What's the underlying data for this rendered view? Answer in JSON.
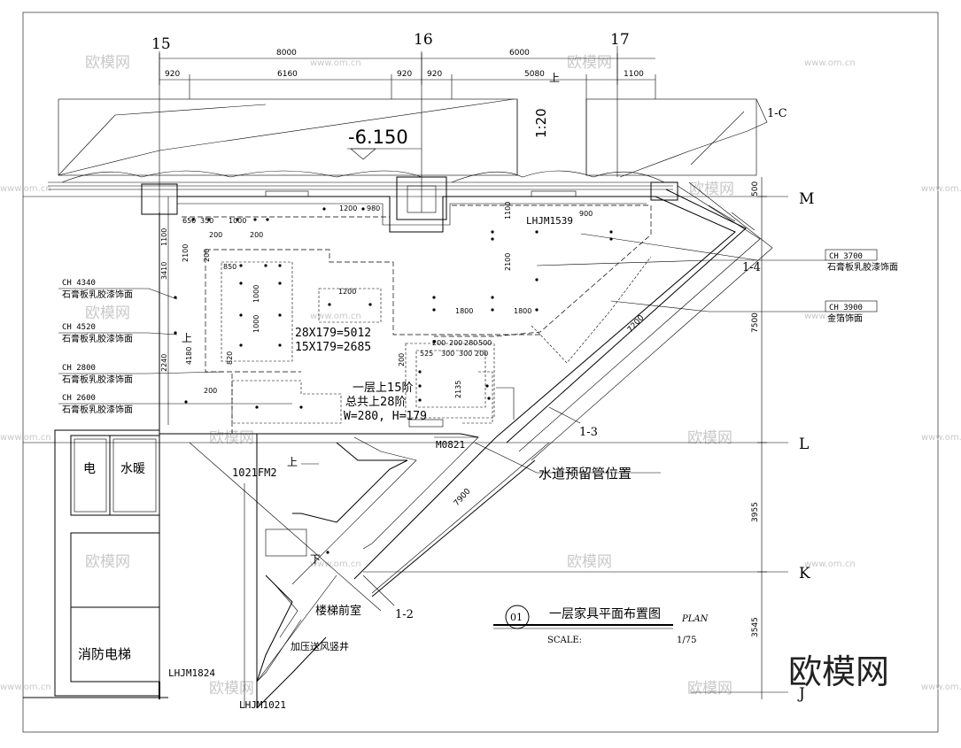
{
  "grid_labels": {
    "g15": "15",
    "g16": "16",
    "g17": "17",
    "gM": "M",
    "gL": "L",
    "gK": "K",
    "gJ": "J"
  },
  "dims_top": {
    "d8000": "8000",
    "d6000": "6000",
    "d920a": "920",
    "d6160": "6160",
    "d920b": "920",
    "d920c": "920",
    "d5080": "5080",
    "d1100": "1100"
  },
  "dims_right": {
    "d500": "500",
    "d7500": "7500",
    "d3955": "3955",
    "d3545": "3545"
  },
  "dims_inner": {
    "d1100l": "1100",
    "d2100l": "2100",
    "d3410": "3410",
    "d2240": "2240",
    "d4180": "4180",
    "d200a": "200",
    "d200b": "200",
    "d350": "350",
    "d1000": "1000",
    "d650": "650",
    "d1200a": "1200",
    "d980": "980",
    "d1200b": "1200",
    "d1000b": "1000",
    "d1000c": "1000",
    "d1800a": "1800",
    "d1800b": "1800",
    "d1100r": "1100",
    "d2100r": "2100",
    "d900": "900",
    "d2135": "2135",
    "d200c": "200",
    "d7200": "7200",
    "d7900": "7900",
    "d200d": "200",
    "d820": "820",
    "d850": "850",
    "d200e": "200",
    "d525": "525",
    "d200top1": "200",
    "d200top2": "200",
    "d280": "280",
    "d500s": "500",
    "d300a": "300",
    "d300b": "300",
    "d200f": "200"
  },
  "level": {
    "elevation": "-6.150",
    "slope": "1:20",
    "up_mark": "上",
    "ramp_label": "1-C"
  },
  "ceiling_tags": [
    {
      "ch": "CH  4340",
      "desc": "石膏板乳胶漆饰面"
    },
    {
      "ch": "CH  4520",
      "desc": "石膏板乳胶漆饰面"
    },
    {
      "ch": "CH  2800",
      "desc": "石膏板乳胶漆饰面"
    },
    {
      "ch": "CH  2600",
      "desc": "石膏板乳胶漆饰面"
    },
    {
      "ch": "CH  3700",
      "desc": "石膏板乳胶漆饰面"
    },
    {
      "ch": "CH  3900",
      "desc": "金箔饰面"
    }
  ],
  "notes": {
    "stairs1": "28X179=5012",
    "stairs2": "15X179=2685",
    "floor_up1": "一层上15阶",
    "floor_up2": "总共上28阶",
    "wh": "W=280, H=179",
    "water": "水道预留管位置",
    "up_small": "上",
    "down_small": "下",
    "up_stair": "上"
  },
  "section_marks": {
    "s14": "1-4",
    "s13": "1-3",
    "s12": "1-2"
  },
  "doors": {
    "lhjm1539": "LHJM1539",
    "m0821": "M0821",
    "fm": "1021FM2",
    "lhjm1824": "LHJM1824",
    "lhjm1021": "LHJM1021"
  },
  "rooms": {
    "elec": "电",
    "water": "水暖",
    "fire_elev": "消防电梯",
    "stair_front": "楼梯前室",
    "shaft": "加压送风竖井"
  },
  "title_block": {
    "num": "01",
    "title": "一层家具平面布置图",
    "plan": "PLAN",
    "scale_label": "SCALE:",
    "scale": "1/75"
  },
  "watermarks": {
    "brand": "欧模网",
    "site": "www.om.cn",
    "logo": "欧模网"
  }
}
